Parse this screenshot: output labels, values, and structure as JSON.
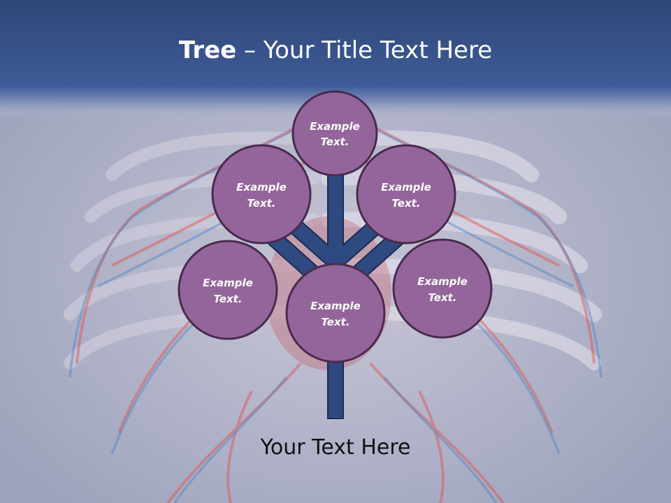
{
  "slide": {
    "title_bold": "Tree",
    "title_sep": " – ",
    "title_rest": "Your Title Text Here",
    "footer_text": "Your Text Here"
  },
  "nodes": [
    {
      "id": "top",
      "line1": "Example",
      "line2": "Text."
    },
    {
      "id": "upper-left",
      "line1": "Example",
      "line2": "Text."
    },
    {
      "id": "upper-right",
      "line1": "Example",
      "line2": "Text."
    },
    {
      "id": "lower-left",
      "line1": "Example",
      "line2": "Text."
    },
    {
      "id": "center",
      "line1": "Example",
      "line2": "Text."
    },
    {
      "id": "lower-right",
      "line1": "Example",
      "line2": "Text."
    }
  ],
  "colors": {
    "header": "#3d5a94",
    "node_fill": "#93659a",
    "node_stroke": "#4a2a4e",
    "trunk": "#2e4a80",
    "trunk_stroke": "#1a2c52"
  }
}
